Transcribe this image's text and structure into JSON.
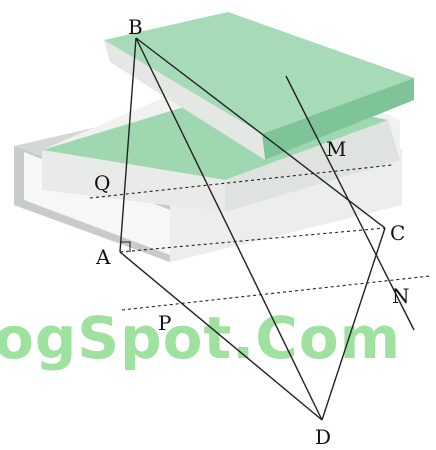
{
  "figure": {
    "labels": {
      "B": "B",
      "M": "M",
      "Q": "Q",
      "C": "C",
      "A": "A",
      "N": "N",
      "P": "P",
      "D": "D"
    },
    "watermark": "ogSpot.Com",
    "colors": {
      "book_cover": "#9fd7b1",
      "book_cover_dark": "#7fc498",
      "book_pages": "#f1f2f0",
      "book_gray": "#d3d7d5",
      "line": "#222222",
      "watermark": "#7fd77f"
    }
  }
}
